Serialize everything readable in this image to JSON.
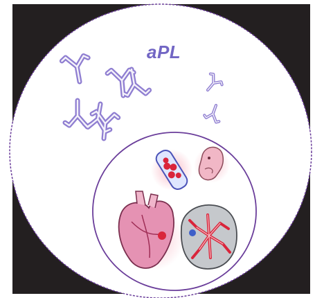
{
  "diagram": {
    "label": "aPL",
    "colors": {
      "background": "#231f20",
      "circle_fill": "#ffffff",
      "circle_outline": "#6a3d9a",
      "antibody": "#8a78cf",
      "label": "#7266c4",
      "clot_red": "#d9253b",
      "heart_pink": "#e592b3",
      "brain_gray": "#b9bcc0"
    },
    "elements": [
      {
        "name": "antibody-cluster",
        "icon": "y-shaped-antibody"
      },
      {
        "name": "blood-vessel-with-clot",
        "icon": "vessel-clot"
      },
      {
        "name": "fetus",
        "icon": "fetus"
      },
      {
        "name": "heart",
        "icon": "heart"
      },
      {
        "name": "brain",
        "icon": "brain"
      }
    ]
  }
}
